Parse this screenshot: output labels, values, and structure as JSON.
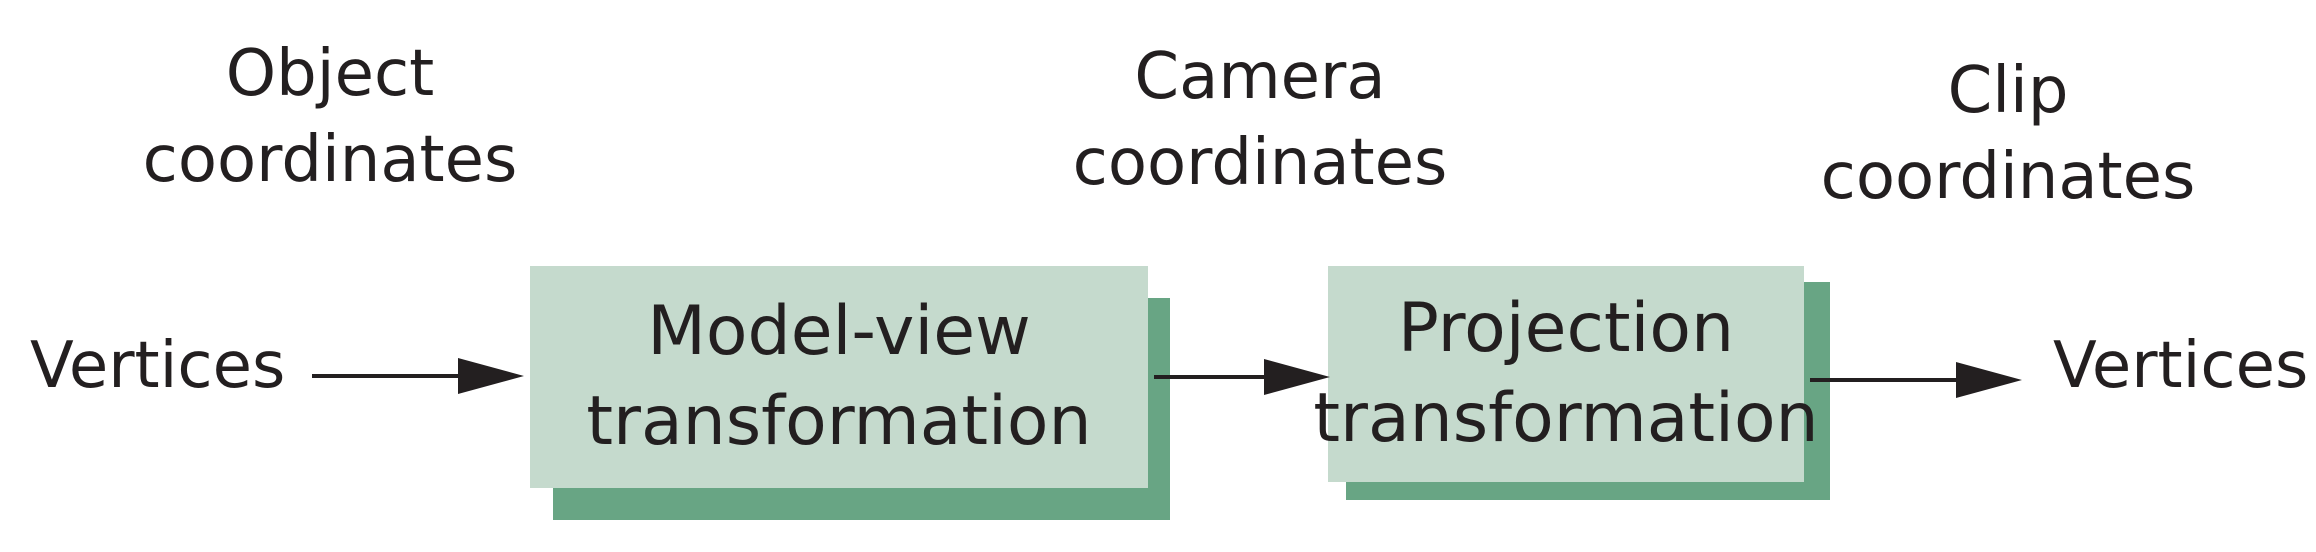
{
  "input": {
    "label": "Vertices"
  },
  "output": {
    "label": "Vertices"
  },
  "coordinates": {
    "object": [
      "Object",
      "coordinates"
    ],
    "camera": [
      "Camera",
      "coordinates"
    ],
    "clip": [
      "Clip",
      "coordinates"
    ]
  },
  "stages": {
    "modelview": [
      "Model-view",
      "transformation"
    ],
    "projection": [
      "Projection",
      "transformation"
    ]
  },
  "colors": {
    "box_fill": "#c5dacd",
    "box_shadow": "#68a584",
    "text": "#231f20",
    "arrow": "#231f20"
  }
}
